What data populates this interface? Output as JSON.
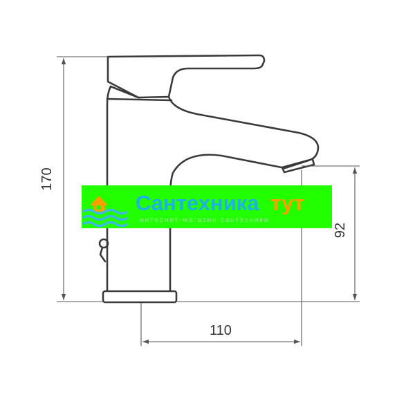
{
  "dimensions": {
    "height_total": "170",
    "spout_height": "92",
    "spout_reach": "110"
  },
  "watermark": {
    "brand_main": "Сантехника",
    "brand_accent": "тут",
    "tagline": "интернет-магазин сантехники",
    "colors": {
      "background": "#22ff00",
      "brand_main": "#1fb0e6",
      "brand_accent": "#ff9e00",
      "logo": "#3fb6e8",
      "logo_house": "#ff9e00"
    }
  },
  "colors": {
    "outline": "#3a3a3a",
    "dimension_lines": "#555555"
  }
}
